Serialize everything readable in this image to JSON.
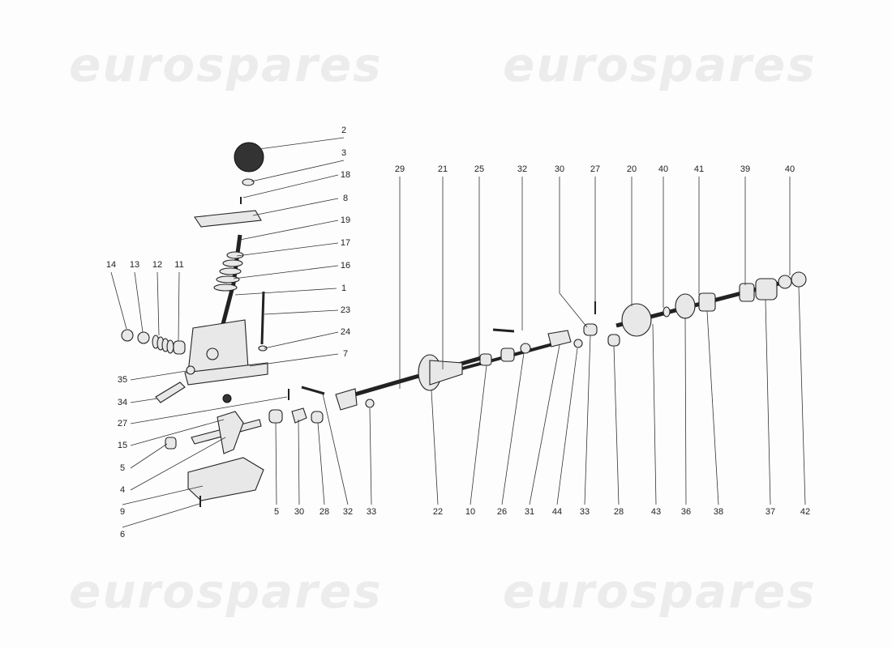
{
  "watermark": "eurospares",
  "callouts": [
    "2",
    "3",
    "18",
    "8",
    "19",
    "17",
    "16",
    "1",
    "23",
    "24",
    "7",
    "14",
    "13",
    "12",
    "11",
    "35",
    "34",
    "27",
    "15",
    "5",
    "4",
    "9",
    "6",
    "5",
    "30",
    "28",
    "32",
    "33",
    "22",
    "10",
    "26",
    "31",
    "44",
    "33",
    "28",
    "43",
    "36",
    "38",
    "37",
    "42",
    "29",
    "21",
    "25",
    "32",
    "30",
    "27",
    "20",
    "40",
    "41",
    "39",
    "40"
  ]
}
